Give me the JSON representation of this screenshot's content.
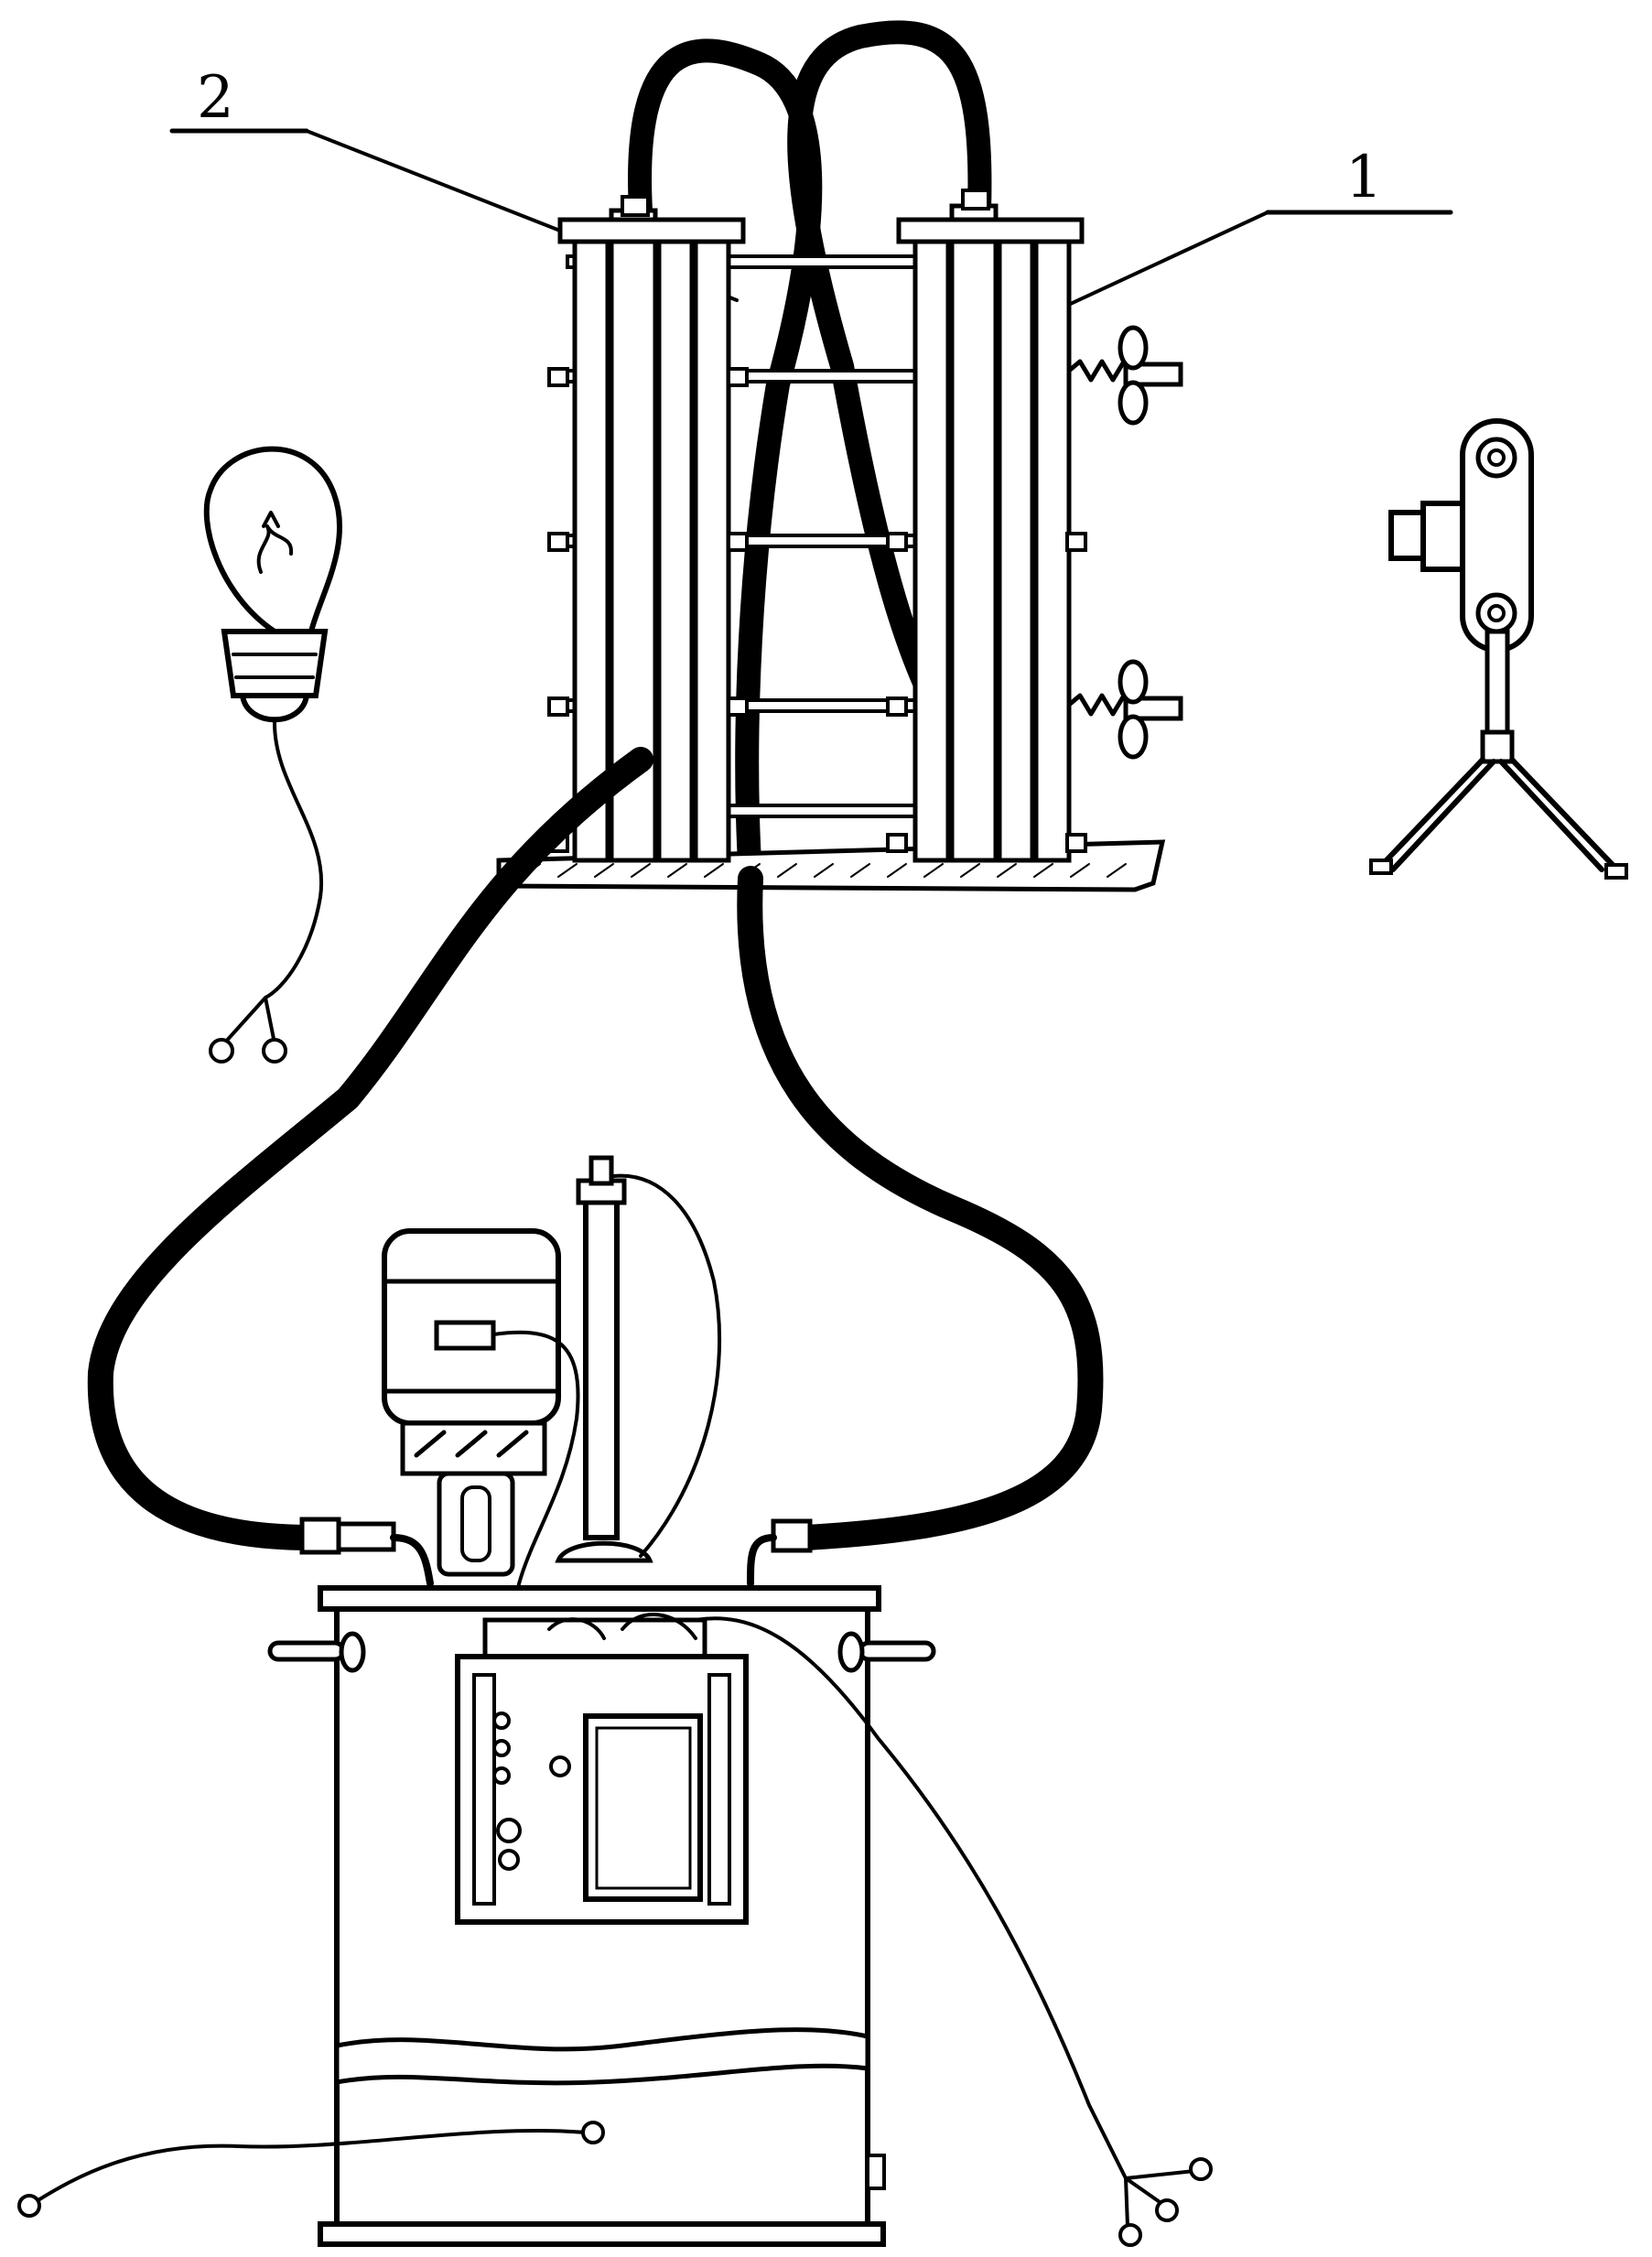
{
  "figure": {
    "callouts": {
      "label_1": "1",
      "label_2": "2"
    },
    "components": {
      "test_frame": "test-frame-assembly",
      "light": "light-bulb-icon",
      "camera": "camera-on-tripod-icon",
      "pump_unit": "pump-tank-unit",
      "hoses": "hydraulic-hoses"
    },
    "colors": {
      "line": "#000000",
      "background": "#ffffff"
    }
  }
}
